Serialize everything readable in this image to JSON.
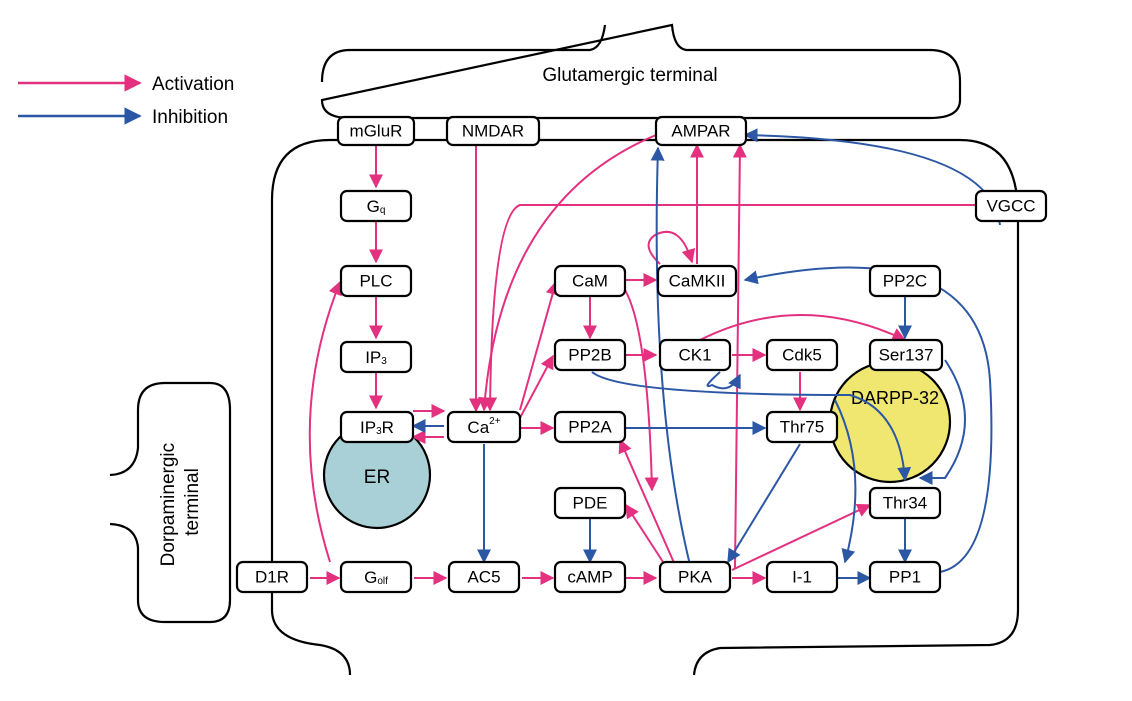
{
  "legend": {
    "activation": "Activation",
    "inhibition": "Inhibition",
    "activation_color": "#e4317f",
    "inhibition_color": "#2c57a5"
  },
  "terminals": {
    "glutamergic": "Glutamergic terminal",
    "dopaminergic_line1": "Dorpaminergic",
    "dopaminergic_line2": "terminal"
  },
  "nodes": {
    "mglur": "mGluR",
    "nmdar": "NMDAR",
    "ampar": "AMPAR",
    "vgcc": "VGCC",
    "gq": "G",
    "gq_sub": "q",
    "plc": "PLC",
    "ip3": "IP",
    "ip3_sub": "3",
    "ip3r": "IP",
    "ip3r_sub": "3",
    "ip3r_tail": "R",
    "ca": "Ca",
    "ca_sup": "2+",
    "er": "ER",
    "cam": "CaM",
    "camkii": "CaMKII",
    "pp2c": "PP2C",
    "pp2b": "PP2B",
    "ck1": "CK1",
    "cdk5": "Cdk5",
    "ser137": "Ser137",
    "darpp32": "DARPP-32",
    "pp2a": "PP2A",
    "thr75": "Thr75",
    "pde": "PDE",
    "thr34": "Thr34",
    "d1r": "D1R",
    "golf": "G",
    "golf_sub": "olf",
    "ac5": "AC5",
    "camp": "cAMP",
    "pka": "PKA",
    "i1": "I-1",
    "pp1": "PP1"
  },
  "colors": {
    "er_fill": "#a8d0d6",
    "darpp_fill": "#f0e770"
  }
}
